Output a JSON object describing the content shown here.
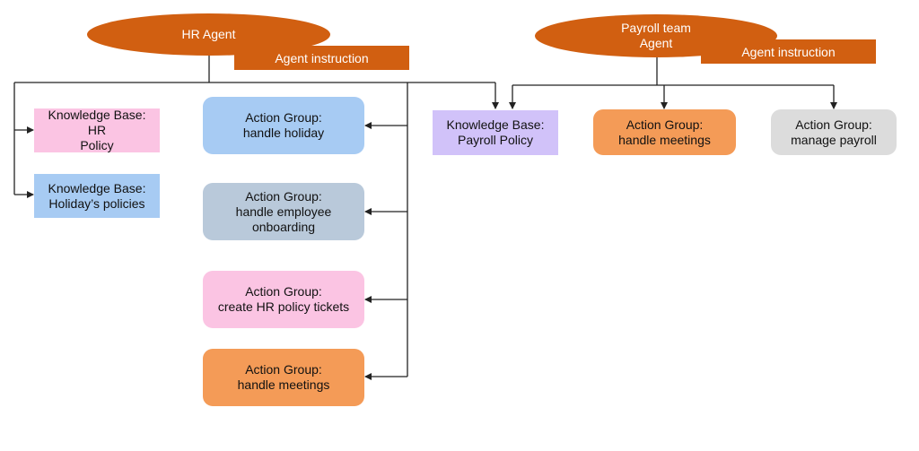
{
  "colors": {
    "agent": "#D15F11",
    "instruction": "#D15F11",
    "pink": "#FBC4E3",
    "blue": "#A7CBF3",
    "slate": "#B9C9DA",
    "orange": "#F49B57",
    "lavender": "#D1C2F9",
    "gray": "#DCDCDC",
    "line": "#222222"
  },
  "hr_agent": {
    "title": "HR Agent",
    "instruction": "Agent instruction",
    "knowledge_bases": [
      {
        "label": "Knowledge Base: HR\nPolicy",
        "color": "pink"
      },
      {
        "label": "Knowledge Base:\nHoliday’s policies",
        "color": "blue"
      }
    ],
    "action_groups": [
      {
        "label": "Action Group:\nhandle holiday",
        "color": "blue"
      },
      {
        "label": "Action Group:\nhandle employee\nonboarding",
        "color": "slate"
      },
      {
        "label": "Action Group:\ncreate HR policy tickets",
        "color": "pink"
      },
      {
        "label": "Action Group:\nhandle meetings",
        "color": "orange"
      }
    ]
  },
  "payroll_agent": {
    "title": "Payroll team\nAgent",
    "instruction": "Agent instruction",
    "children": [
      {
        "label": "Knowledge Base:\nPayroll Policy",
        "color": "lavender",
        "shape": "square"
      },
      {
        "label": "Action Group:\nhandle meetings",
        "color": "orange",
        "shape": "round"
      },
      {
        "label": "Action Group:\nmanage payroll",
        "color": "gray",
        "shape": "round"
      }
    ]
  }
}
